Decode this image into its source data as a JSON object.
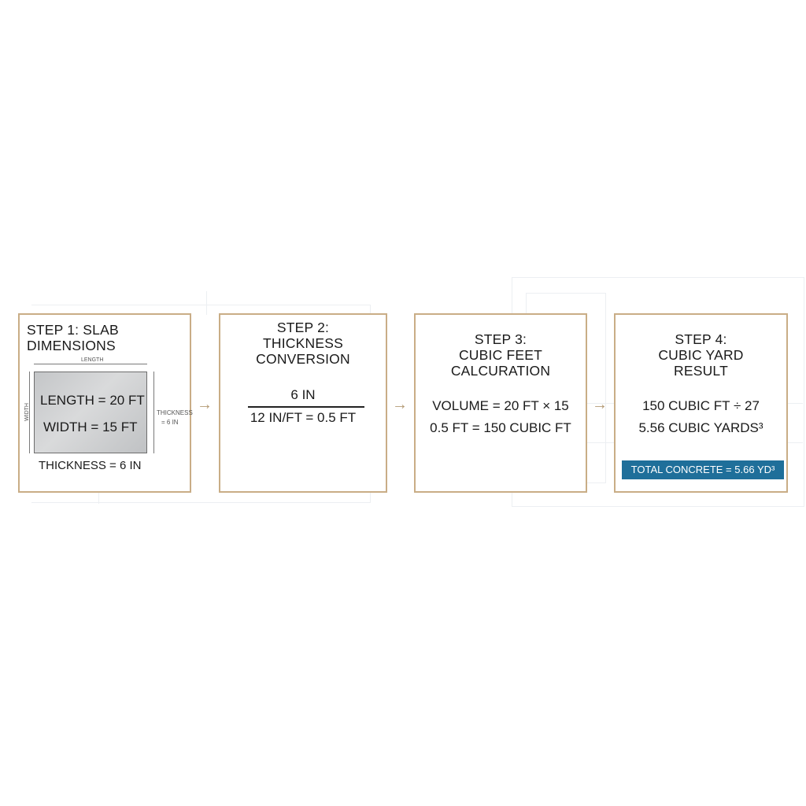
{
  "step1": {
    "title_line1": "STEP 1: SLAB",
    "title_line2": "DIMENSIONS",
    "top_dim_label": "LENGTH",
    "side_dim_label": "WIDTH",
    "length": "LENGTH = 20 FT",
    "width": "WIDTH = 15 FT",
    "thickness_tag_line1": "THICKNESS",
    "thickness_tag_line2": "= 6 IN",
    "thickness": "THICKNESS = 6 IN"
  },
  "step2": {
    "title_line1": "STEP 2:",
    "title_line2": "THICKNESS",
    "title_line3": "CONVERSION",
    "numerator": "6 IN",
    "denominator": "12 IN/FT = 0.5 FT"
  },
  "step3": {
    "title_line1": "STEP 3:",
    "title_line2": "CUBIC FEET",
    "title_line3": "CALCURATION",
    "line1": "VOLUME = 20 FT × 15",
    "line2": "0.5 FT = 150 CUBIC FT"
  },
  "step4": {
    "title_line1": "STEP 4:",
    "title_line2": "CUBIC YARD",
    "title_line3": "RESULT",
    "line1": "150 CUBIC FT ÷ 27",
    "line2": "5.56 CUBIC YARDS³",
    "result": "TOTAL CONCRETE = 5.66 YD³"
  },
  "arrows": [
    "→",
    "→",
    "→"
  ],
  "colors": {
    "box_border": "#c9ad86",
    "arrow": "#b49a74",
    "result_bg": "#1f6f9a",
    "result_text": "#ffffff"
  }
}
